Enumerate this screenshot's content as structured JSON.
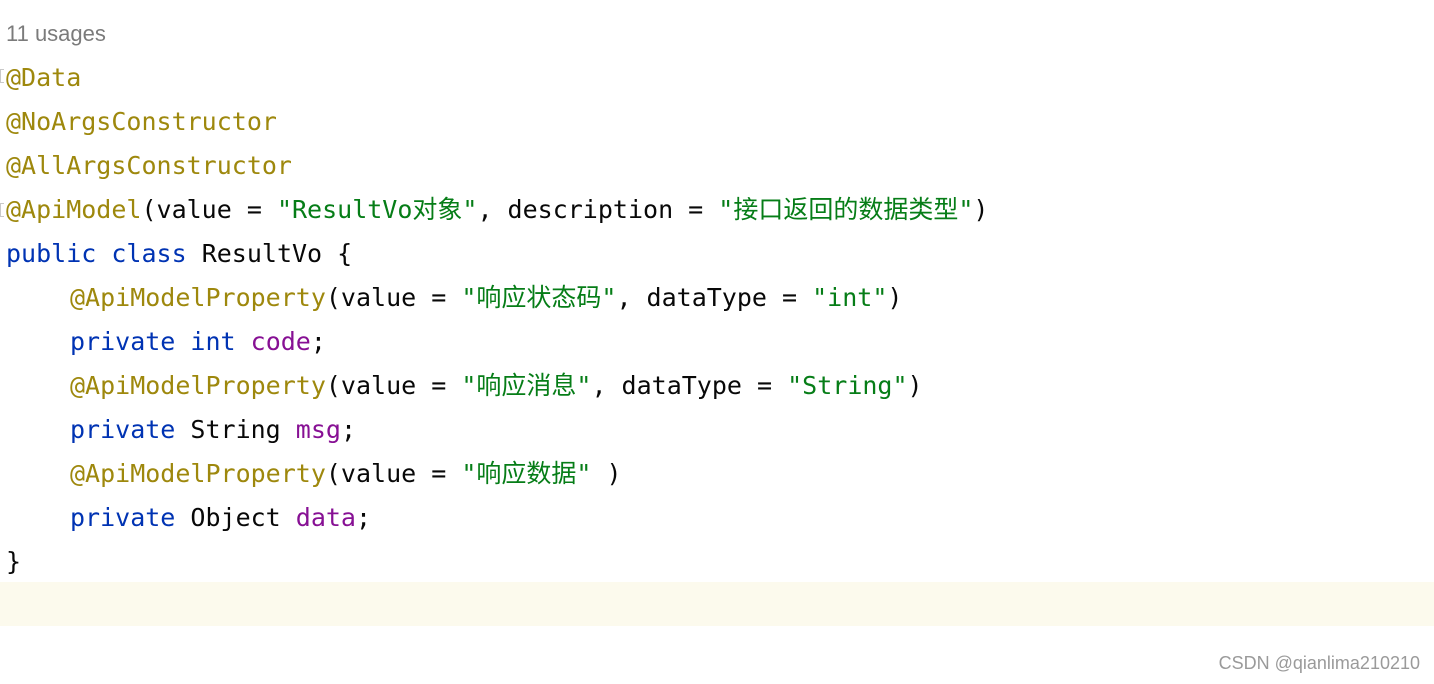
{
  "editor": {
    "usages": "11 usages",
    "lines": {
      "l1": {
        "a": "@Data"
      },
      "l2": {
        "a": "@NoArgsConstructor"
      },
      "l3": {
        "a": "@AllArgsConstructor"
      },
      "l4": {
        "a": "@ApiModel",
        "b": "(value = ",
        "c": "\"ResultVo对象\"",
        "d": ", description = ",
        "e": "\"接口返回的数据类型\"",
        "f": ")"
      },
      "l5": {
        "a": "public",
        "b": " ",
        "c": "class",
        "d": " ResultVo {"
      },
      "l6": {
        "a": "@ApiModelProperty",
        "b": "(value = ",
        "c": "\"响应状态码\"",
        "d": ", dataType = ",
        "e": "\"int\"",
        "f": ")"
      },
      "l7": {
        "a": "private",
        "b": " ",
        "c": "int",
        "d": " ",
        "e": "code",
        "f": ";"
      },
      "l8": {
        "a": "@ApiModelProperty",
        "b": "(value = ",
        "c": "\"响应消息\"",
        "d": ", dataType = ",
        "e": "\"String\"",
        "f": ")"
      },
      "l9": {
        "a": "private",
        "b": " String ",
        "c": "msg",
        "d": ";"
      },
      "l10": {
        "a": "@ApiModelProperty",
        "b": "(value = ",
        "c": "\"响应数据\"",
        "d": " )"
      },
      "l11": {
        "a": "private",
        "b": " Object ",
        "c": "data",
        "d": ";"
      },
      "l12": {
        "a": "}"
      }
    }
  },
  "watermark": "CSDN @qianlima210210",
  "colors": {
    "annotation": "#9e880d",
    "keyword": "#0033b3",
    "string": "#067d17",
    "field": "#871094",
    "current_line_bg": "#fcfaed"
  }
}
